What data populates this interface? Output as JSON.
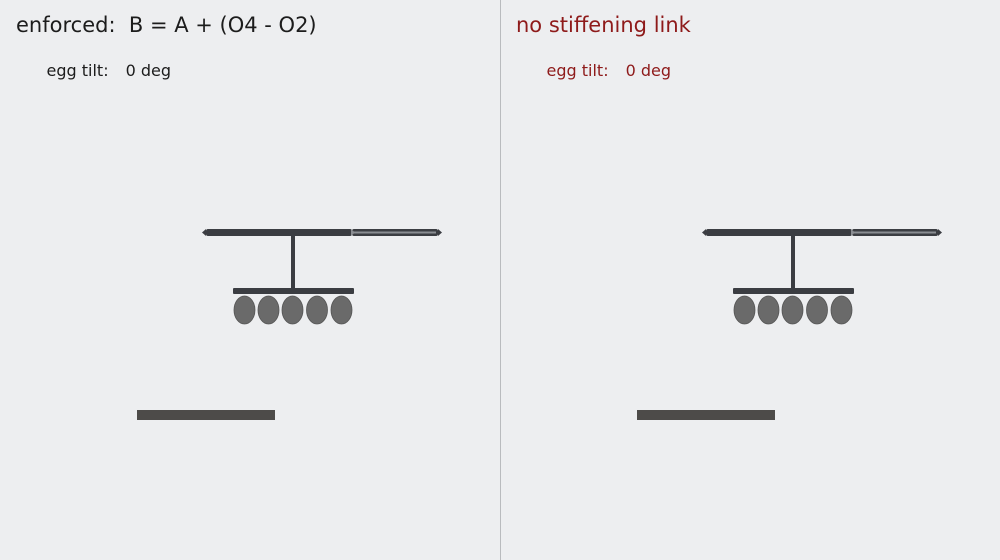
{
  "panels": [
    {
      "id": "left",
      "title": "enforced:  B = A + (O4 - O2)",
      "tilt_label": "egg tilt:",
      "tilt_value": "0 deg",
      "text_color": "#1c1c1c"
    },
    {
      "id": "right",
      "title": "no stiffening link",
      "tilt_label": "egg tilt:",
      "tilt_value": "0 deg",
      "text_color": "#8e1a1a"
    }
  ],
  "colors": {
    "background": "#edeef0",
    "divider": "#b9bbbe",
    "beam": "#3b3d42",
    "beam_highlight": "#8a8d92",
    "egg": "#6a6a6a",
    "ground": "#4d4b49"
  }
}
